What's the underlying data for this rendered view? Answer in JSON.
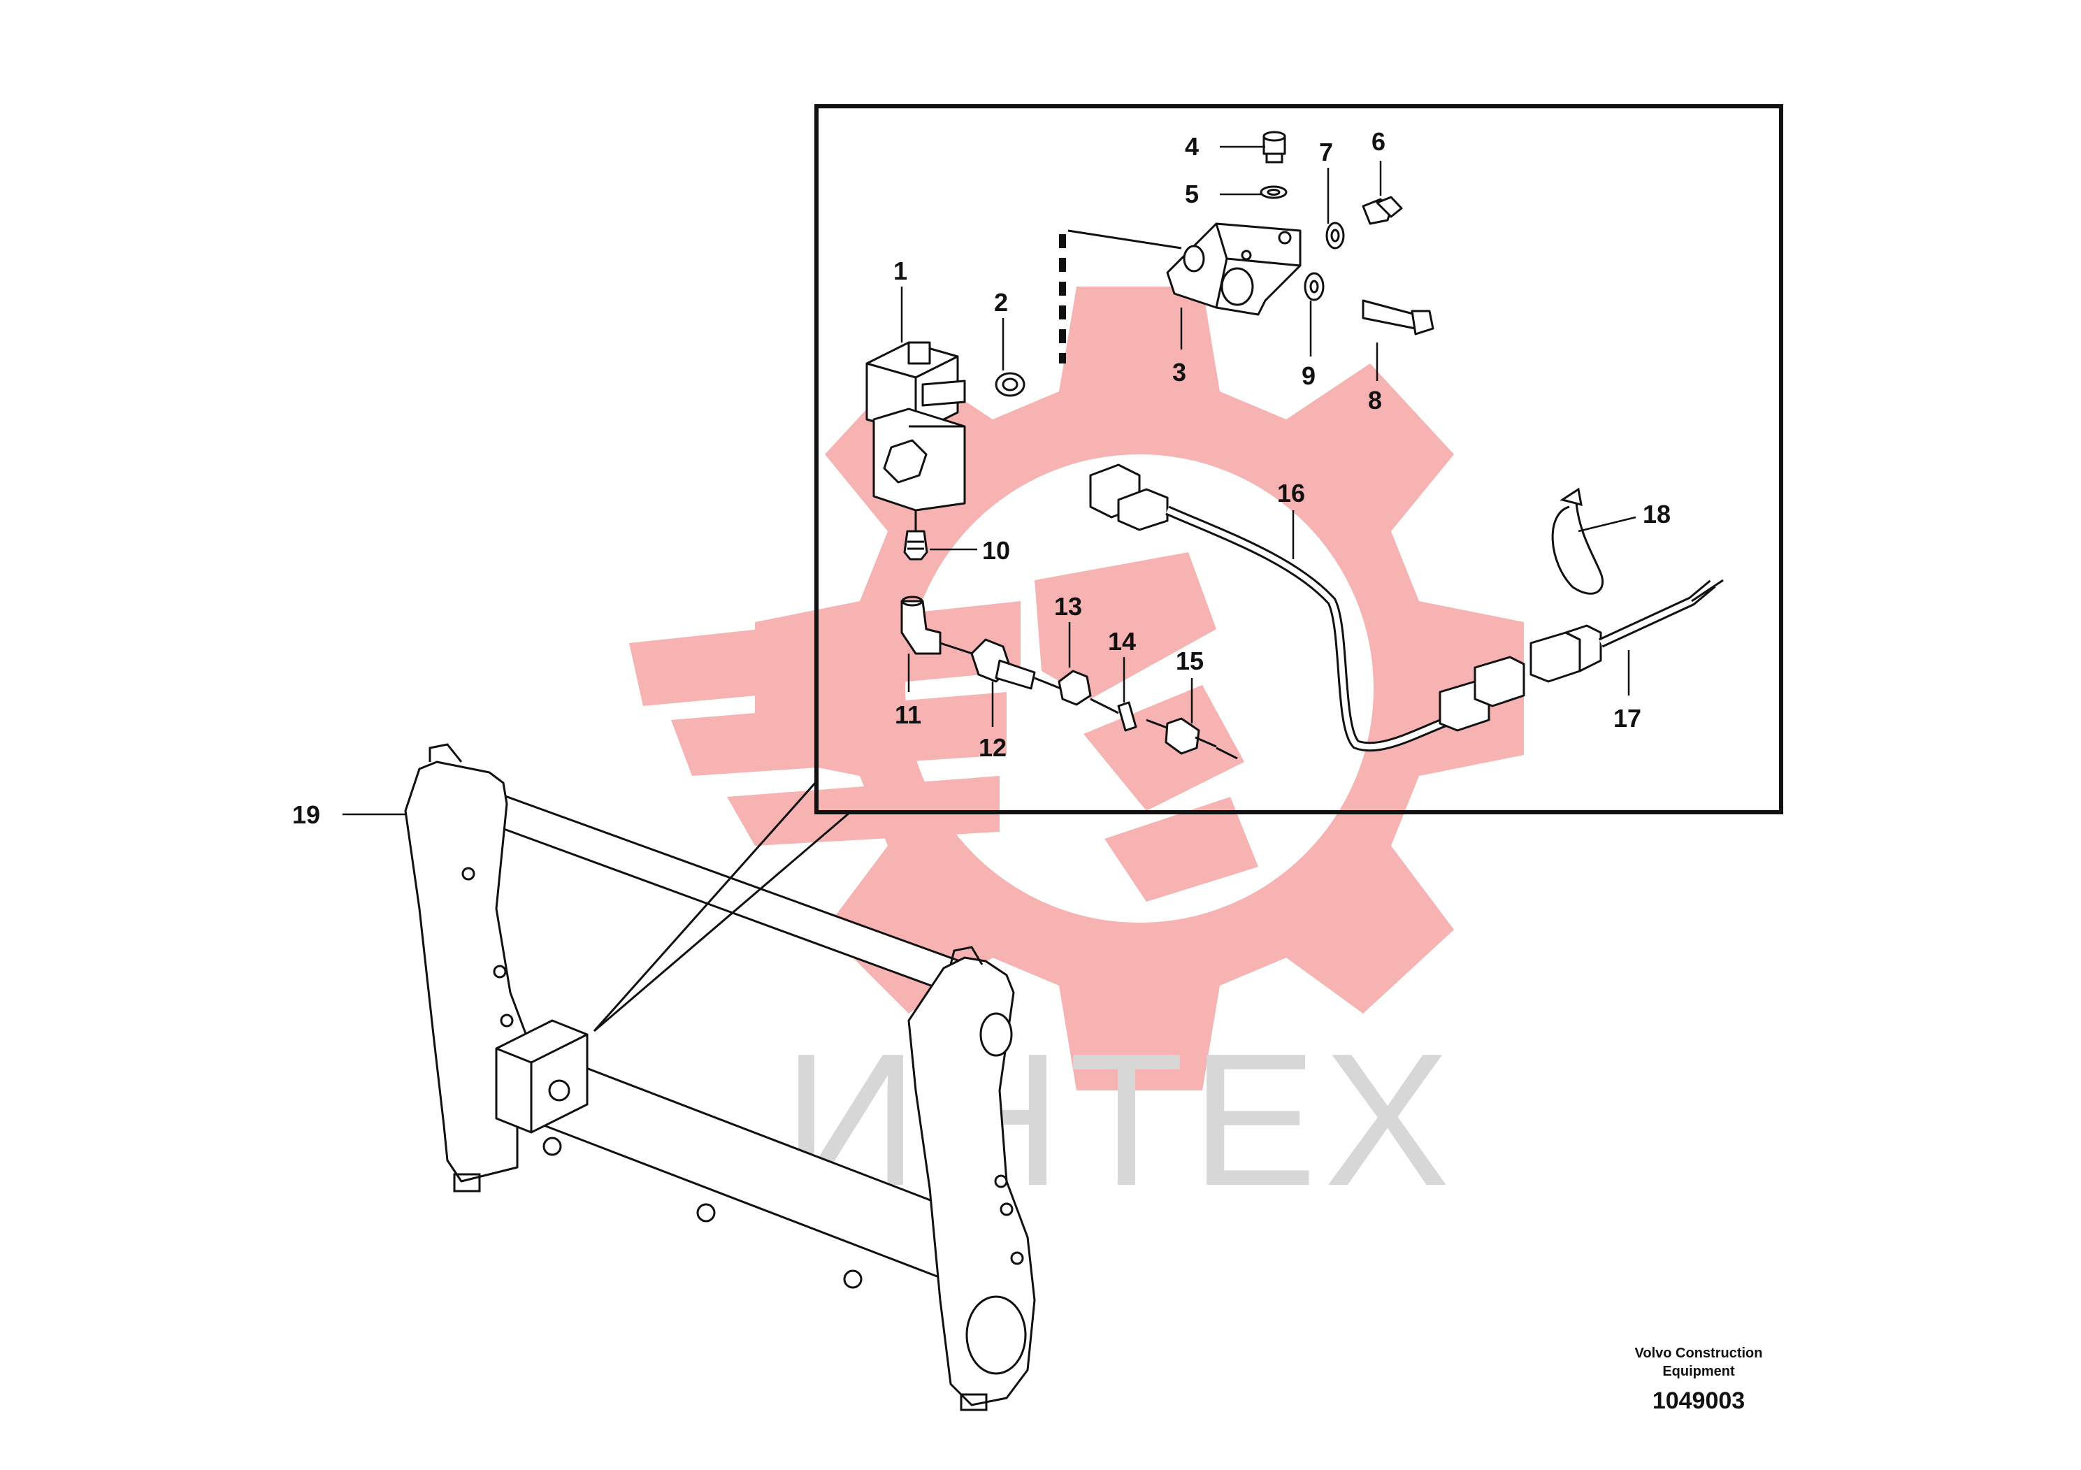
{
  "diagram": {
    "watermark": {
      "text": "ИНТЕХ",
      "gear_color": "#f6a5a5",
      "text_color": "#d7d7d7"
    },
    "credit": {
      "line1": "Volvo Construction",
      "line2": "Equipment"
    },
    "drawing_number": "1049003",
    "callouts": [
      {
        "id": "1",
        "label": "1"
      },
      {
        "id": "2",
        "label": "2"
      },
      {
        "id": "3",
        "label": "3"
      },
      {
        "id": "4",
        "label": "4"
      },
      {
        "id": "5",
        "label": "5"
      },
      {
        "id": "6",
        "label": "6"
      },
      {
        "id": "7",
        "label": "7"
      },
      {
        "id": "8",
        "label": "8"
      },
      {
        "id": "9",
        "label": "9"
      },
      {
        "id": "10",
        "label": "10"
      },
      {
        "id": "11",
        "label": "11"
      },
      {
        "id": "12",
        "label": "12"
      },
      {
        "id": "13",
        "label": "13"
      },
      {
        "id": "14",
        "label": "14"
      },
      {
        "id": "15",
        "label": "15"
      },
      {
        "id": "16",
        "label": "16"
      },
      {
        "id": "17",
        "label": "17"
      },
      {
        "id": "18",
        "label": "18"
      },
      {
        "id": "19",
        "label": "19"
      }
    ]
  }
}
